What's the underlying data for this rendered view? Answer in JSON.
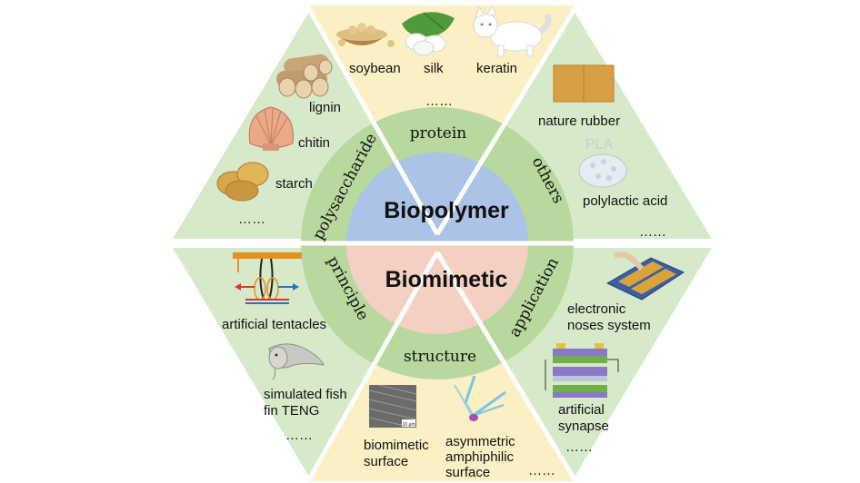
{
  "colors": {
    "green_tri": "#d6e9c9",
    "yellow_tri": "#fbefc4",
    "ring": "#b8d89e",
    "blue_center": "#aac3e6",
    "pink_center": "#f4d0c2",
    "divider": "#ffffff"
  },
  "center": {
    "top": "Biopolymer",
    "bottom": "Biomimetic"
  },
  "ring": {
    "polysaccharide": "polysaccharide",
    "protein": "protein",
    "others": "others",
    "principle": "principle",
    "structure": "structure",
    "application": "application"
  },
  "polysaccharide_items": {
    "lignin": "lignin",
    "chitin": "chitin",
    "starch": "starch",
    "more": "……"
  },
  "protein_items": {
    "soybean": "soybean",
    "silk": "silk",
    "keratin": "keratin",
    "more": "……"
  },
  "others_items": {
    "rubber": "nature rubber",
    "pla_label": "PLA",
    "pla": "polylactic acid",
    "more": "……"
  },
  "principle_items": {
    "tentacles": "artificial tentacles",
    "fish_line1": "simulated fish",
    "fish_line2": "fin TENG",
    "more": "……"
  },
  "structure_items": {
    "surface_line1": "biomimetic",
    "surface_line2": "surface",
    "asym_line1": "asymmetric",
    "asym_line2": "amphiphilic",
    "asym_line3": "surface",
    "scale": "10 μm",
    "more": "……"
  },
  "application_items": {
    "noses_line1": "electronic",
    "noses_line2": "noses system",
    "synapse_line1": "artificial",
    "synapse_line2": "synapse",
    "more": "……"
  },
  "icons": [
    "wood-logs-icon",
    "scallop-shell-icon",
    "potato-icon",
    "soybean-bowl-icon",
    "silk-cocoon-icon",
    "white-cat-icon",
    "rubber-block-icon",
    "pla-pellets-icon",
    "tentacle-device-icon",
    "fish-fin-icon",
    "micro-surface-icon",
    "amphiphilic-surface-icon",
    "electronic-nose-icon",
    "synapse-stack-icon"
  ]
}
